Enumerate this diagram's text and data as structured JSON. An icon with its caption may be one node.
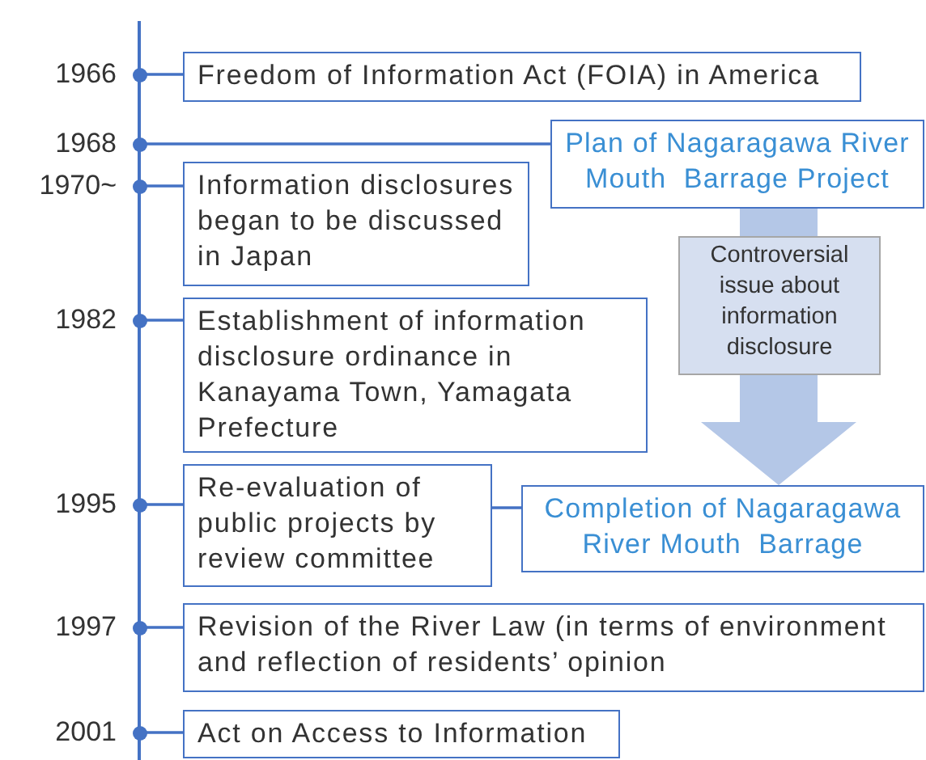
{
  "diagram": {
    "nodes": [
      {
        "text": [],
        "shape": "circle",
        "beside": [
          "1966"
        ]
      },
      {
        "text": [
          "Freedom of Information Act (FOIA) in America"
        ]
      },
      {
        "text": [],
        "shape": "circle",
        "beside": [
          "1968"
        ]
      },
      {
        "text": [
          "Plan of Nagaragawa River Mouth  Barrage Project"
        ]
      },
      {
        "text": [],
        "shape": "circle",
        "beside": [
          "1970~"
        ]
      },
      {
        "text": [
          "Information disclosures began to be discussed in Japan"
        ]
      },
      {
        "text": [],
        "shape": "circle",
        "beside": [
          "1982"
        ]
      },
      {
        "text": [
          "Establishment of information disclosure ordinance in Kanayama Town, Yamagata Prefecture"
        ]
      },
      {
        "text": [],
        "shape": "circle",
        "beside": [
          "1995"
        ]
      },
      {
        "text": [
          "Re-evaluation of public projects by review committee"
        ]
      },
      {
        "text": [
          "Completion of Nagaragawa River Mouth  Barrage"
        ]
      },
      {
        "text": [],
        "shape": "circle",
        "beside": [
          "1997"
        ]
      },
      {
        "text": [
          "Revision of the River Law (in terms of environment and reflection of residents’ opinion"
        ]
      },
      {
        "text": [],
        "shape": "circle",
        "beside": [
          "2001"
        ]
      },
      {
        "text": [
          "Act on Access to Information"
        ]
      }
    ],
    "edges": [
      {
        "from": 0,
        "to": 1,
        "arrow": "none"
      },
      {
        "from": 2,
        "to": 3,
        "arrow": "none"
      },
      {
        "from": 4,
        "to": 5,
        "arrow": "none"
      },
      {
        "from": 6,
        "to": 7,
        "arrow": "none"
      },
      {
        "from": 8,
        "to": 9,
        "arrow": "none"
      },
      {
        "from": 9,
        "to": 10,
        "arrow": "none"
      },
      {
        "from": 11,
        "to": 12,
        "arrow": "none"
      },
      {
        "from": 13,
        "to": 14,
        "arrow": "none"
      },
      {
        "from": 3,
        "to": 10,
        "arrow": "to",
        "label": "Controversial issue about information disclosure",
        "style": "thick",
        "color": "#b4c7e7"
      }
    ]
  }
}
